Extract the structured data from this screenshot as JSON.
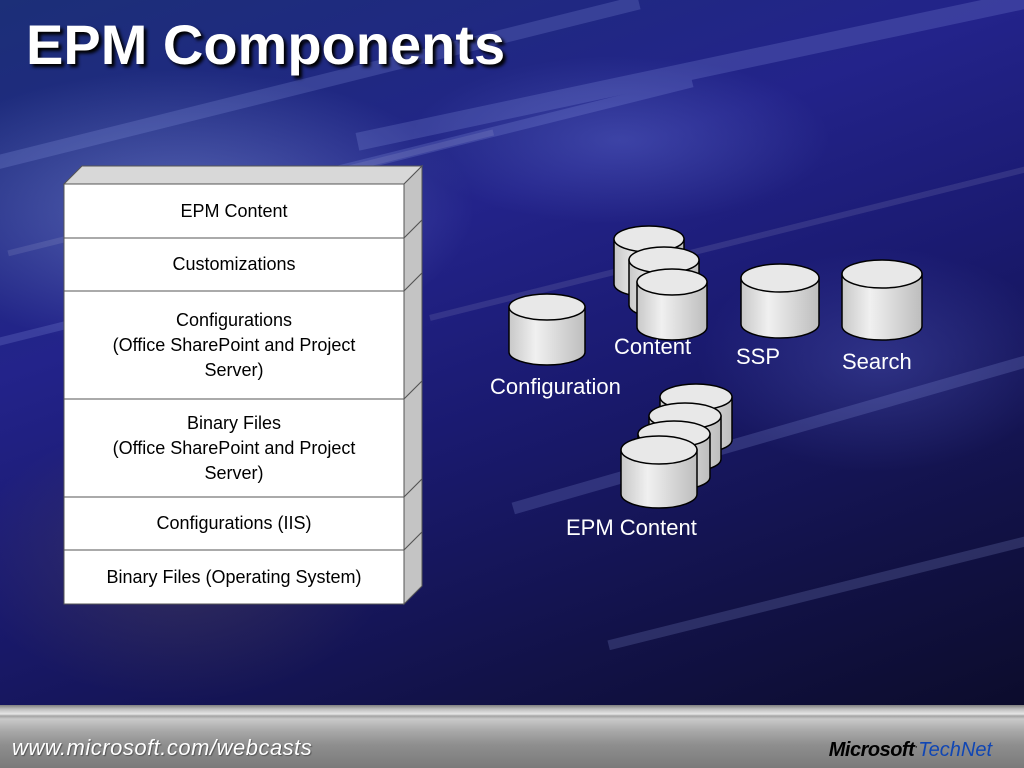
{
  "slide": {
    "title": "EPM Components"
  },
  "stack": {
    "layers": [
      {
        "line1": "EPM Content",
        "line2": "",
        "line3": ""
      },
      {
        "line1": "Customizations",
        "line2": "",
        "line3": ""
      },
      {
        "line1": "Configurations",
        "line2": "(Office SharePoint and Project",
        "line3": "Server)"
      },
      {
        "line1": "Binary Files",
        "line2": "(Office SharePoint and Project",
        "line3": "Server)"
      },
      {
        "line1": "Configurations (IIS)",
        "line2": "",
        "line3": ""
      },
      {
        "line1": "Binary Files (Operating System)",
        "line2": "",
        "line3": ""
      }
    ]
  },
  "databases": {
    "configuration": "Configuration",
    "content": "Content",
    "ssp": "SSP",
    "search": "Search",
    "epm_content": "EPM Content"
  },
  "footer": {
    "url": "www.microsoft.com/webcasts",
    "brand_microsoft": "Microsoft",
    "brand_technet": "TechNet"
  },
  "colors": {
    "layer_fill": "#ffffff",
    "database_fill": "#e4e4e4",
    "text_light": "#ffffff",
    "technet_blue": "#1046b4"
  }
}
